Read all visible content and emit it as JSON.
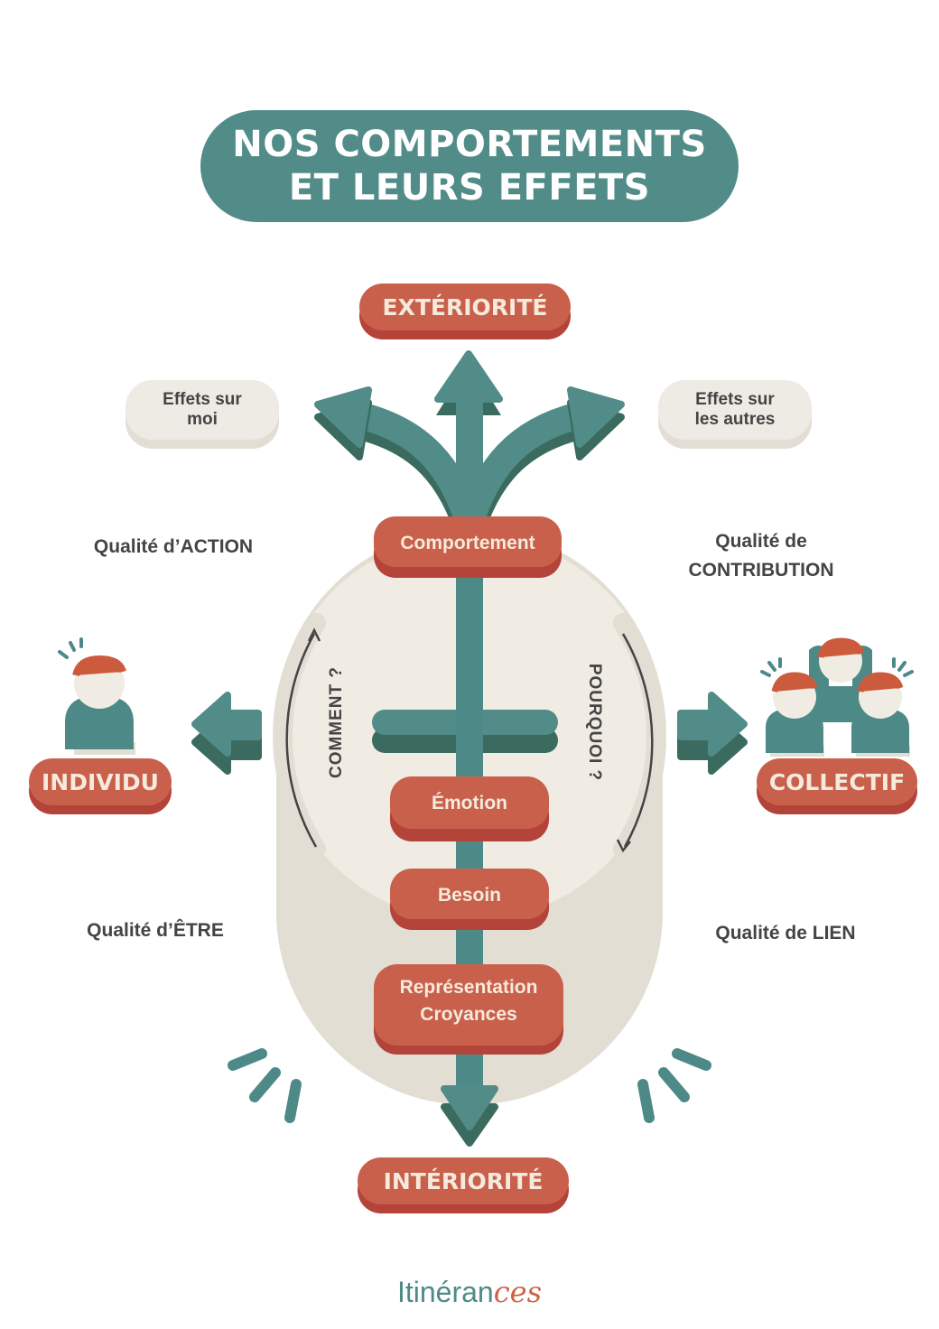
{
  "title": {
    "line1": "NOS COMPORTEMENTS",
    "line2": "ET LEURS EFFETS"
  },
  "axis": {
    "top": "EXTÉRIORITÉ",
    "bottom": "INTÉRIORITÉ"
  },
  "effects": {
    "left": [
      "Effets sur",
      "moi"
    ],
    "right": [
      "Effets sur",
      "les autres"
    ]
  },
  "qualities": {
    "top_left": "Qualité d’ACTION",
    "top_right": [
      "Qualité de",
      "CONTRIBUTION"
    ],
    "bottom_left": "Qualité d’ÊTRE",
    "bottom_right": "Qualité de LIEN"
  },
  "poles": {
    "left": "INDIVIDU",
    "right": "COLLECTIF"
  },
  "questions": {
    "left": "COMMENT ?",
    "right": "POURQUOI ?"
  },
  "layers": {
    "behavior": "Comportement",
    "emotion": "Émotion",
    "need": "Besoin",
    "beliefs": [
      "Représentation",
      "Croyances"
    ]
  },
  "brand": {
    "part1": "Itinéran",
    "part2": "ces"
  },
  "colors": {
    "teal": "#518c88",
    "teal_dark": "#3b6b5e",
    "red": "#c9604b",
    "red_dark": "#b4433a",
    "cream": "#f0ece3",
    "cream_dark": "#e3ded3",
    "text": "#444444"
  }
}
